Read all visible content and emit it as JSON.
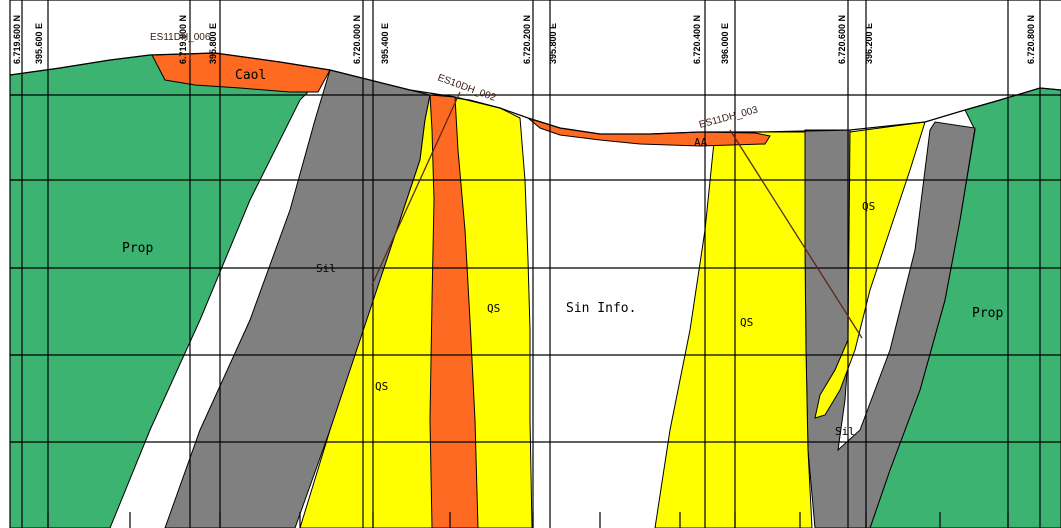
{
  "section": {
    "coordinate_labels": [
      "6.719.600 N",
      "395.600 E",
      "6.719.800 N",
      "395.800 E",
      "6.720.000 N",
      "395.400 E",
      "6.720.200 N",
      "395.800 E",
      "6.720.400 N",
      "396.000 E",
      "6.720.600 N",
      "396.200 E",
      "6.720.800 N"
    ],
    "drillholes": [
      "ES11DH_006",
      "ES10DH_002",
      "ES11DH_003"
    ],
    "units": {
      "caol": "Caol",
      "prop_left": "Prop",
      "prop_right": "Prop",
      "sil_1": "Sil",
      "sil_2": "Sil",
      "qs_1": "QS",
      "qs_2": "QS",
      "qs_3": "QS",
      "qs_4": "QS",
      "sin_info": "Sin Info.",
      "aa": "AA"
    },
    "colors": {
      "propylitic": "#3cb371",
      "silica": "#808080",
      "quartz_sericite": "#ffff00",
      "argillic": "#ff6a22",
      "no_info": "#ffffff",
      "grid": "#000000",
      "drillhole": "#5a2a1a"
    }
  }
}
